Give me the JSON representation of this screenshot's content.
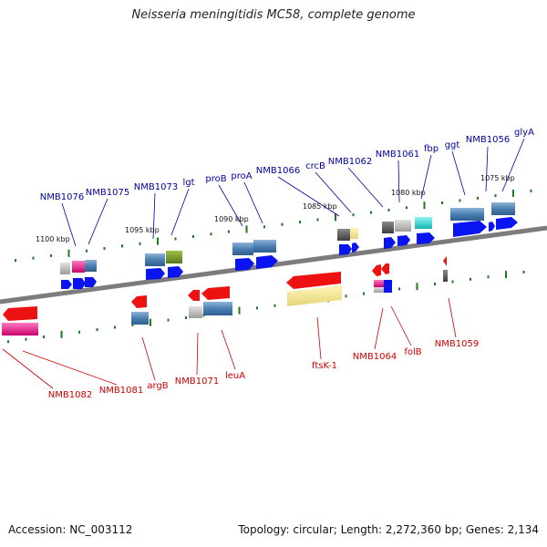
{
  "title": "Neisseria meningitidis MC58, complete genome",
  "footer": {
    "accession": "Accession: NC_003112",
    "topology": "Topology: circular; Length: 2,272,360 bp; Genes: 2,134"
  },
  "colors": {
    "top_label": "#00009e",
    "bottom_label": "#cc0000",
    "backbone": "#7c7c7c",
    "tick": "#1b7a1b",
    "arrow_blue": "#0a14f0",
    "arrow_red": "#ee1111"
  },
  "ruler_labels": [
    "1100 kbp",
    "1095 kbp",
    "1090 kbp",
    "1085 kbp",
    "1080 kbp",
    "1075 kbp"
  ],
  "top_genes": [
    "NMB1076",
    "NMB1075",
    "NMB1073",
    "lgt",
    "proB",
    "proA",
    "NMB1066",
    "crcB",
    "NMB1062",
    "NMB1061",
    "fbp",
    "ggt",
    "NMB1056",
    "glyA"
  ],
  "bottom_genes": [
    "NMB1082",
    "NMB1081",
    "argB",
    "NMB1071",
    "leuA",
    "ftsK-1",
    "NMB1064",
    "folB",
    "NMB1059"
  ]
}
